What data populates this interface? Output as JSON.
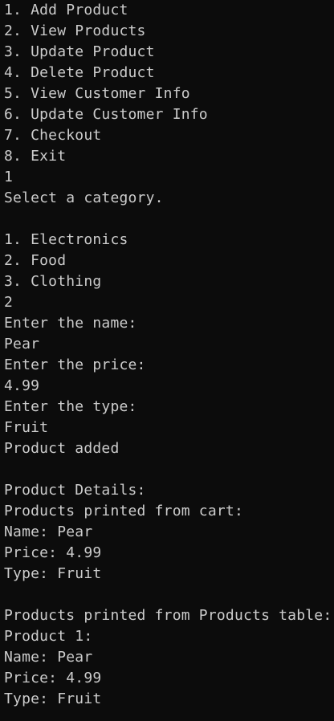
{
  "terminal": {
    "lines": [
      "1. Add Product",
      "2. View Products",
      "3. Update Product",
      "4. Delete Product",
      "5. View Customer Info",
      "6. Update Customer Info",
      "7. Checkout",
      "8. Exit",
      "1",
      "Select a category.",
      "",
      "1. Electronics",
      "2. Food",
      "3. Clothing",
      "2",
      "Enter the name:",
      "Pear",
      "Enter the price:",
      "4.99",
      "Enter the type:",
      "Fruit",
      "Product added",
      "",
      "Product Details:",
      "Products printed from cart:",
      "Name: Pear",
      "Price: 4.99",
      "Type: Fruit",
      "",
      "Products printed from Products table:",
      "Product 1:",
      "Name: Pear",
      "Price: 4.99",
      "Type: Fruit"
    ]
  },
  "colors": {
    "background": "#0c0c0c",
    "foreground": "#cccccc"
  }
}
